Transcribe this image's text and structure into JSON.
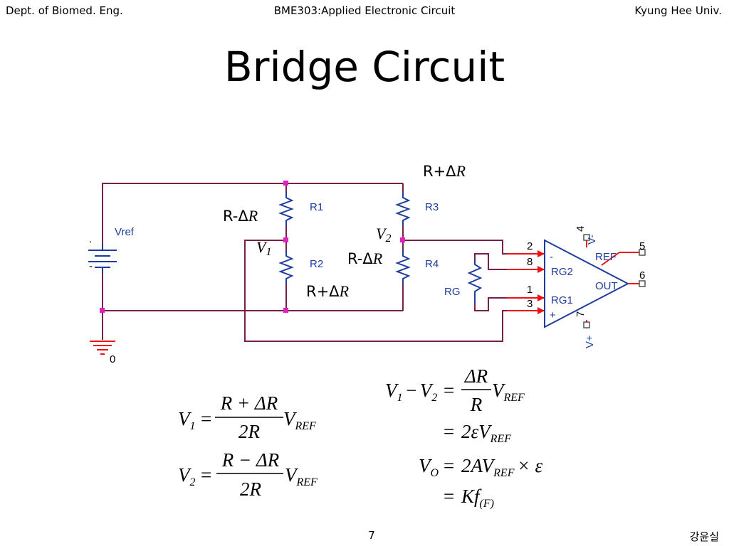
{
  "header": {
    "left": "Dept. of Biomed. Eng.",
    "center": "BME303:Applied Electronic Circuit",
    "right": "Kyung Hee Univ."
  },
  "title": "Bridge Circuit",
  "footer": {
    "page": "7",
    "author": "강윤실"
  },
  "circuit": {
    "source_label": "Vref",
    "ground_label": "0",
    "resistors": {
      "r1": "R1",
      "r2": "R2",
      "r3": "R3",
      "r4": "R4",
      "rg": "RG"
    },
    "annotations": {
      "r3_value_prefix": "R+Δ",
      "r3_value_var": "R",
      "r1_value_prefix": "R-Δ",
      "r1_value_var": "R",
      "r4_value_prefix": "R-Δ",
      "r4_value_var": "R",
      "r2_value_prefix": "R+Δ",
      "r2_value_var": "R",
      "v1_var": "V",
      "v1_sub": "1",
      "v2_var": "V",
      "v2_sub": "2"
    },
    "amplifier": {
      "minus": "-",
      "plus": "+",
      "rg2": "RG2",
      "rg1": "RG1",
      "ref": "REF",
      "out": "OUT",
      "v_minus": "V-",
      "v_plus": "V+",
      "pins": {
        "p2": "2",
        "p8": "8",
        "p1": "1",
        "p3": "3",
        "p4": "4",
        "p5": "5",
        "p6": "6",
        "p7": "7"
      }
    },
    "colors": {
      "wire": "#7a1e4a",
      "component": "#1f3d9c",
      "node": "#e020c0",
      "arrow": "#ee1111",
      "ground": "#ee1111"
    }
  },
  "equations": {
    "v1": {
      "lhs": "V",
      "lhs_sub": "1",
      "eq": "=",
      "num": "R + ΔR",
      "den": "2R",
      "v": "V",
      "v_sub": "REF"
    },
    "v2": {
      "lhs": "V",
      "lhs_sub": "2",
      "eq": "=",
      "num": "R − ΔR",
      "den": "2R",
      "v": "V",
      "v_sub": "REF"
    },
    "diff": {
      "l1_lhs_a": "V",
      "l1_sub_a": "1",
      "l1_minus": "−",
      "l1_lhs_b": "V",
      "l1_sub_b": "2",
      "eq": "=",
      "num": "ΔR",
      "den": "R",
      "v": "V",
      "v_sub": "REF",
      "l2_rhs": "2εV",
      "l2_sub": "REF",
      "l3_lhs": "V",
      "l3_lhs_sub": "O",
      "l3_rhs": "2AV",
      "l3_sub": "REF",
      "l3_tail": "× ε",
      "l4_rhs": "Kf",
      "l4_sub": "(F)"
    }
  }
}
